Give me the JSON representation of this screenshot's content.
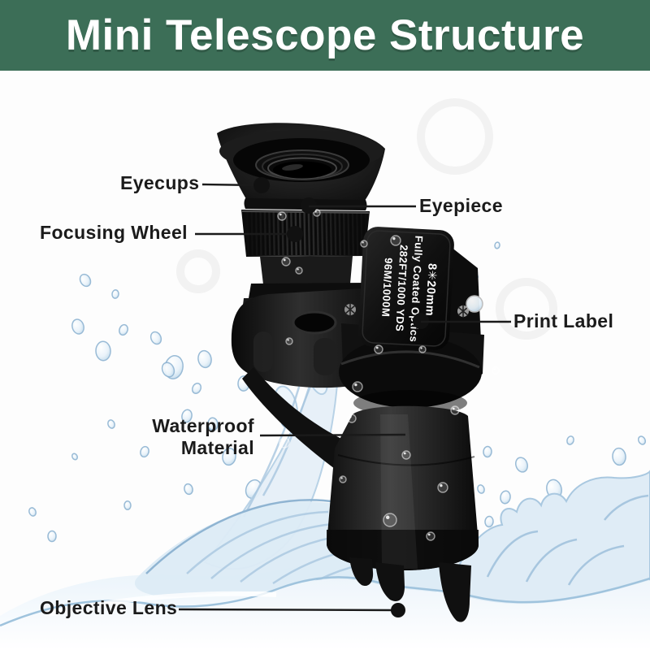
{
  "header": {
    "title": "Mini Telescope Structure"
  },
  "product": {
    "name": "Mini Telescope",
    "print_label": {
      "lines": [
        "8✳20mm",
        "Fully Coated Optics",
        "282FT/1000 YDS",
        "96M/1000M"
      ]
    }
  },
  "callouts": {
    "eyecups": {
      "label": "Eyecups"
    },
    "eyepiece": {
      "label": "Eyepiece"
    },
    "focusing_wheel": {
      "label": "Focusing Wheel"
    },
    "print_label": {
      "label": "Print Label"
    },
    "waterproof_material": {
      "label": "Waterproof\nMaterial"
    },
    "objective_lens": {
      "label": "Objective Lens"
    }
  },
  "colors": {
    "banner_bg": "#3c6e57",
    "banner_text": "#ffffff",
    "label_text": "#1b1b1b",
    "leader_line": "#1a1a1a",
    "water_outline": "#8fb4d2",
    "water_fill": "#e4eff8",
    "telescope_black": "#121212"
  }
}
